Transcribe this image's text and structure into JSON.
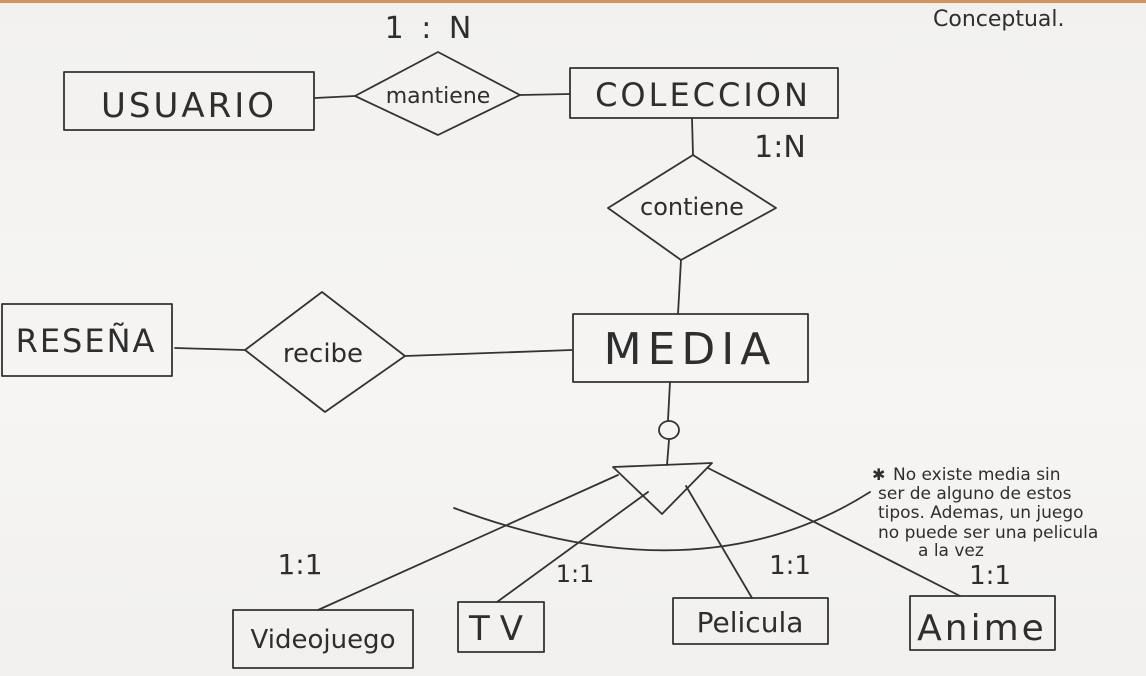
{
  "title": "Conceptual.",
  "entities": {
    "usuario": "USUARIO",
    "coleccion": "COLECCION",
    "media": "MEDIA",
    "resena": "RESEÑA",
    "videojuego": "Videojuego",
    "tv": "TV",
    "pelicula": "Pelicula",
    "anime": "Anime"
  },
  "relationships": {
    "mantiene": "mantiene",
    "contiene": "contiene",
    "recibe": "recibe"
  },
  "cardinalities": {
    "mantiene": "1 : N",
    "contiene": "1:N",
    "videojuego": "1:1",
    "tv": "1:1",
    "pelicula": "1:1",
    "anime": "1:1"
  },
  "specialization": {
    "symbol": "O"
  },
  "note": {
    "marker": "✱",
    "lines": [
      "No existe media sin",
      "ser de alguno de estos",
      "tipos. Ademas, un juego",
      "no puede ser una pelicula",
      "a la vez"
    ]
  }
}
